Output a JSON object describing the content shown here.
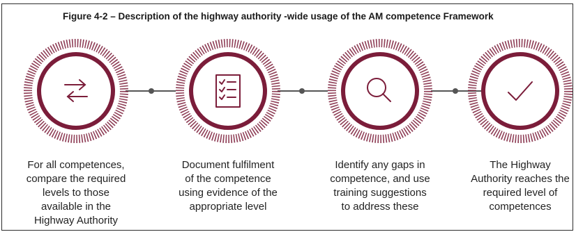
{
  "title": "Figure 4-2 – Description of the highway  authority -wide  usage of the AM  competence  Framework",
  "colors": {
    "accent": "#7b1d3a",
    "connector": "#555555",
    "text": "#222222"
  },
  "steps": [
    {
      "icon": "exchange-arrows-icon",
      "lines": [
        "For all competences,",
        "compare the required",
        "levels to those",
        "available in the",
        "Highway Authority"
      ]
    },
    {
      "icon": "checklist-icon",
      "lines": [
        "Document fulfilment",
        "of the competence",
        "using evidence of the",
        "appropriate level"
      ]
    },
    {
      "icon": "magnifier-icon",
      "lines": [
        "Identify any gaps in",
        "competence, and use",
        "training suggestions",
        "to address these"
      ]
    },
    {
      "icon": "checkmark-icon",
      "lines": [
        "The Highway",
        "Authority reaches the",
        "required level of",
        "competences"
      ]
    }
  ]
}
